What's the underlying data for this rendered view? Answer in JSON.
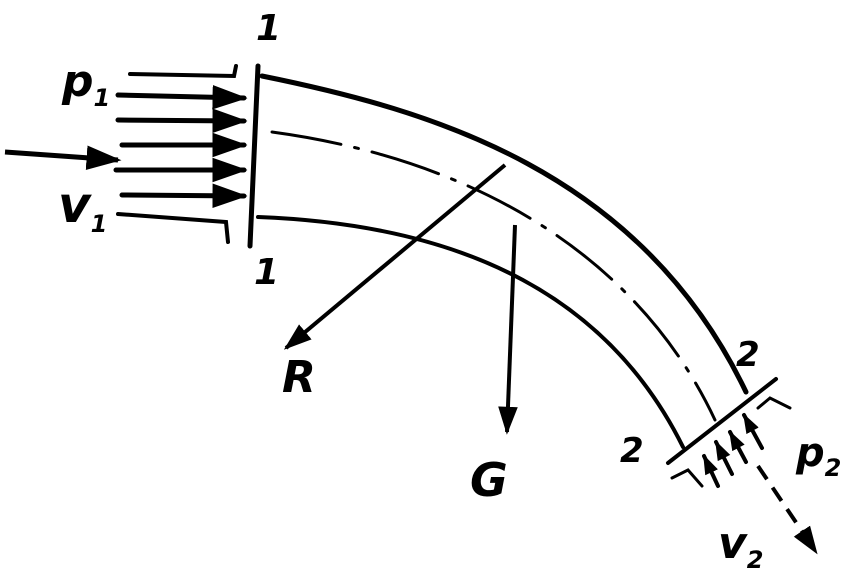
{
  "labels": {
    "section1_top": "1",
    "section1_bottom": "1",
    "section2_top": "2",
    "section2_bottom": "2",
    "p1_main": "p",
    "p1_sub": "1",
    "v1_main": "v",
    "v1_sub": "1",
    "p2_main": "p",
    "p2_sub": "2",
    "v2_main": "v",
    "v2_sub": "2",
    "force_R": "R",
    "force_G": "G"
  },
  "colors": {
    "ink": "#000000",
    "background": "#ffffff"
  }
}
